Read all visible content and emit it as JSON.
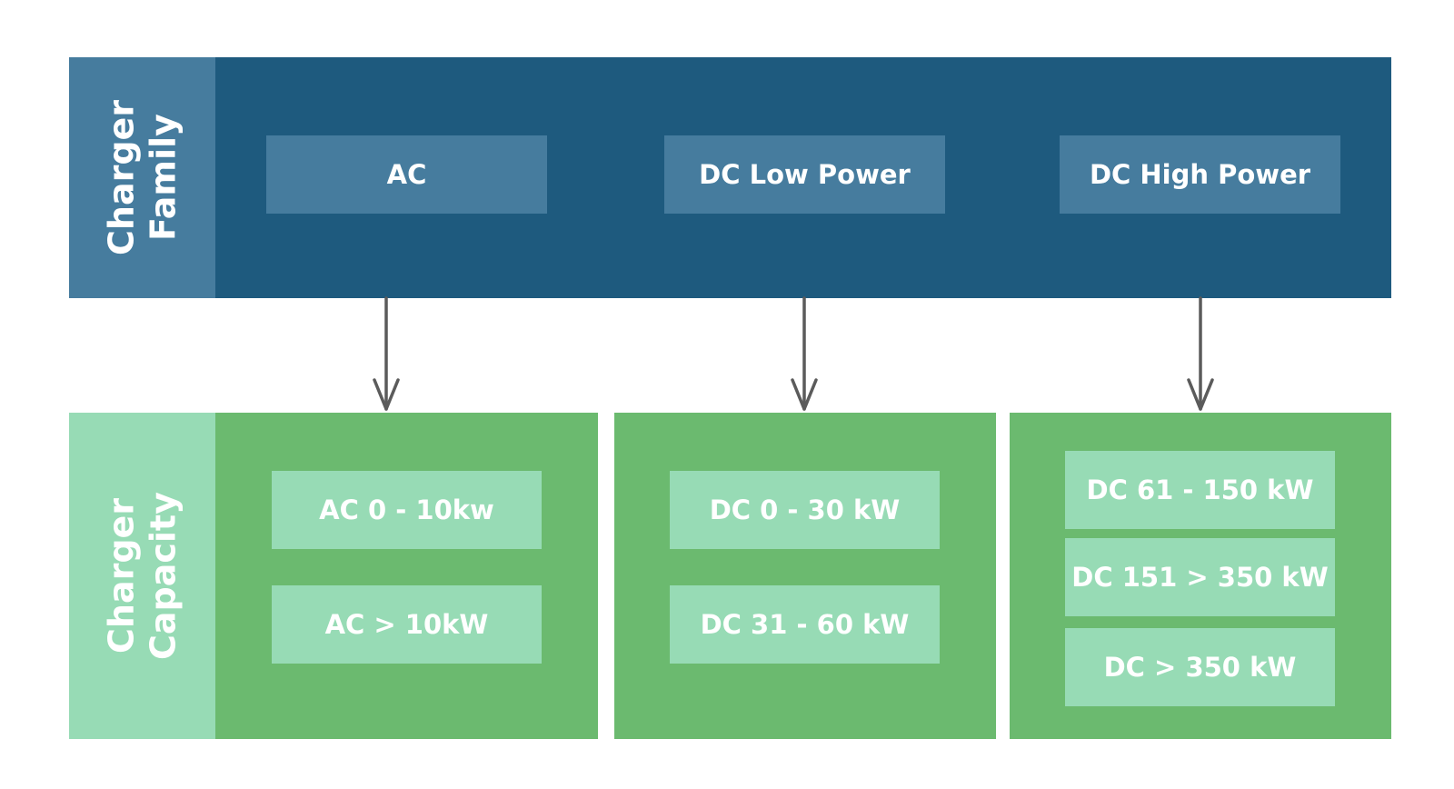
{
  "colors": {
    "family_panel": "#1e5a7e",
    "family_accent": "#467c9e",
    "capacity_panel": "#6bba6f",
    "capacity_accent": "#97dbb5",
    "arrow": "#5b5b5b",
    "text": "#ffffff"
  },
  "family": {
    "label": "Charger\nFamily",
    "items": [
      "AC",
      "DC Low Power",
      "DC High Power"
    ]
  },
  "capacity": {
    "label": "Charger\nCapacity",
    "groups": [
      {
        "family": "AC",
        "items": [
          "AC 0 - 10kw",
          "AC > 10kW"
        ]
      },
      {
        "family": "DC Low Power",
        "items": [
          "DC 0 - 30 kW",
          "DC 31 - 60 kW"
        ]
      },
      {
        "family": "DC High Power",
        "items": [
          "DC 61 - 150 kW",
          "DC 151 > 350 kW",
          "DC > 350 kW"
        ]
      }
    ]
  }
}
